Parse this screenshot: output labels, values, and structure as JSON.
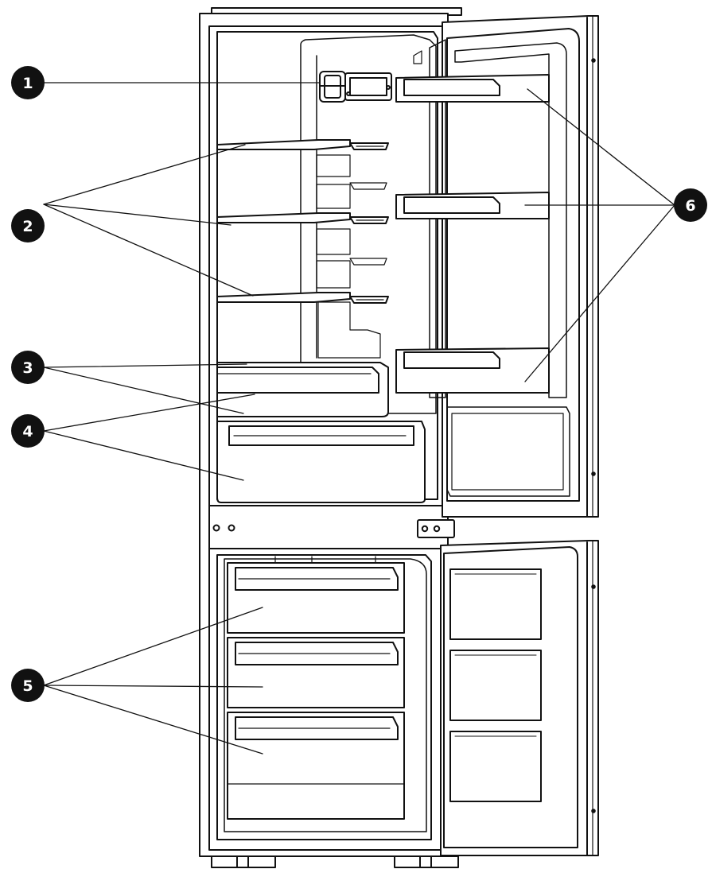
{
  "colors": {
    "line": "#111111",
    "fill": "#ffffff",
    "badge": "#111111",
    "badge_text": "#ffffff"
  },
  "callouts": [
    {
      "number": "1",
      "part": ""
    },
    {
      "number": "2",
      "part": ""
    },
    {
      "number": "3",
      "part": ""
    },
    {
      "number": "4",
      "part": ""
    },
    {
      "number": "5",
      "part": ""
    },
    {
      "number": "6",
      "part": ""
    }
  ]
}
